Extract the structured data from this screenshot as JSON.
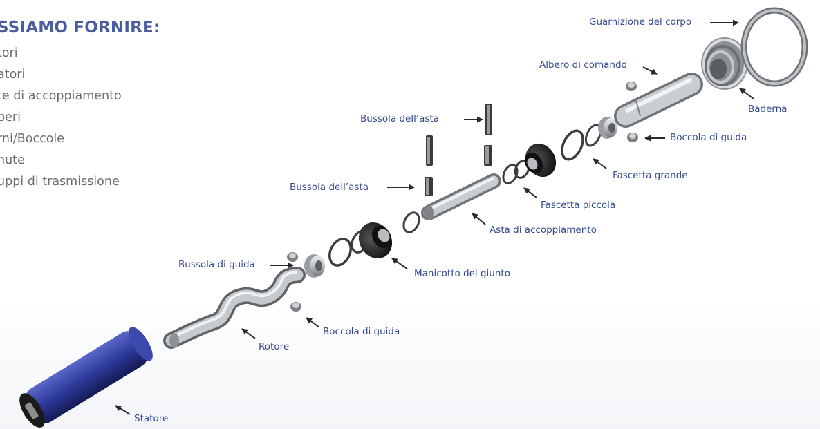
{
  "heading": "SSIAMO FORNIRE:",
  "items": [
    "tori",
    "atori",
    "te di accoppiamento",
    "peri",
    "rni/Boccole",
    "nute",
    "uppi di trasmissione"
  ],
  "labels": {
    "guarnizione_corpo": "Guarnizione del corpo",
    "albero_comando": "Albero di comando",
    "baderna": "Baderna",
    "bussola_asta_top": "Bussola dell’asta",
    "boccola_guida_right": "Boccola di guida",
    "fascetta_grande": "Fascetta grande",
    "bussola_asta_mid": "Bussola dell’asta",
    "fascetta_piccola": "Fascetta piccola",
    "asta_accoppiamento": "Asta di accoppiamento",
    "bussola_guida": "Bussola di guida",
    "manicotto_giunto": "Manicotto del giunto",
    "boccola_guida_left": "Boccola di guida",
    "rotore": "Rotore",
    "statore": "Statore"
  },
  "colors": {
    "heading": "#4a5d9c",
    "list_text": "#6c6c6c",
    "label_text": "#344a8e",
    "arrow": "#2a2a2a",
    "stator": "#2e3a9a",
    "steel": "#b9bcc0",
    "rubber": "#1f1f1f"
  }
}
